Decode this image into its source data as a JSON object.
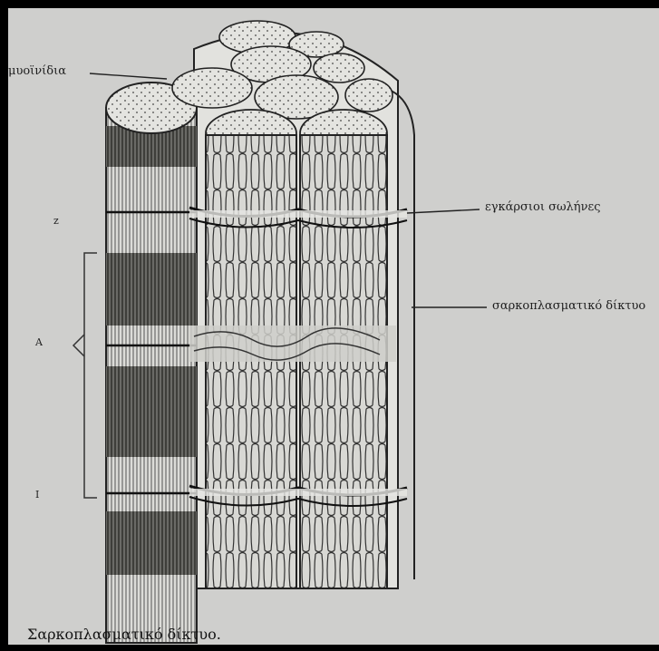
{
  "figure": {
    "labels": {
      "myofibrils": "μυοϊνίδια",
      "transverse_tubules": "εγκάρσιοι σωλήνες",
      "sarcoplasmic_reticulum": "σαρκοπλασματικό δίκτυο"
    },
    "band_letters": {
      "z": "z",
      "a": "A",
      "i": "I"
    }
  },
  "caption": "Σαρκοπλασματικό δίκτυο.",
  "colors": {
    "paper": "#cfcfcd",
    "ink": "#1e1e1e",
    "frame": "#000000"
  }
}
